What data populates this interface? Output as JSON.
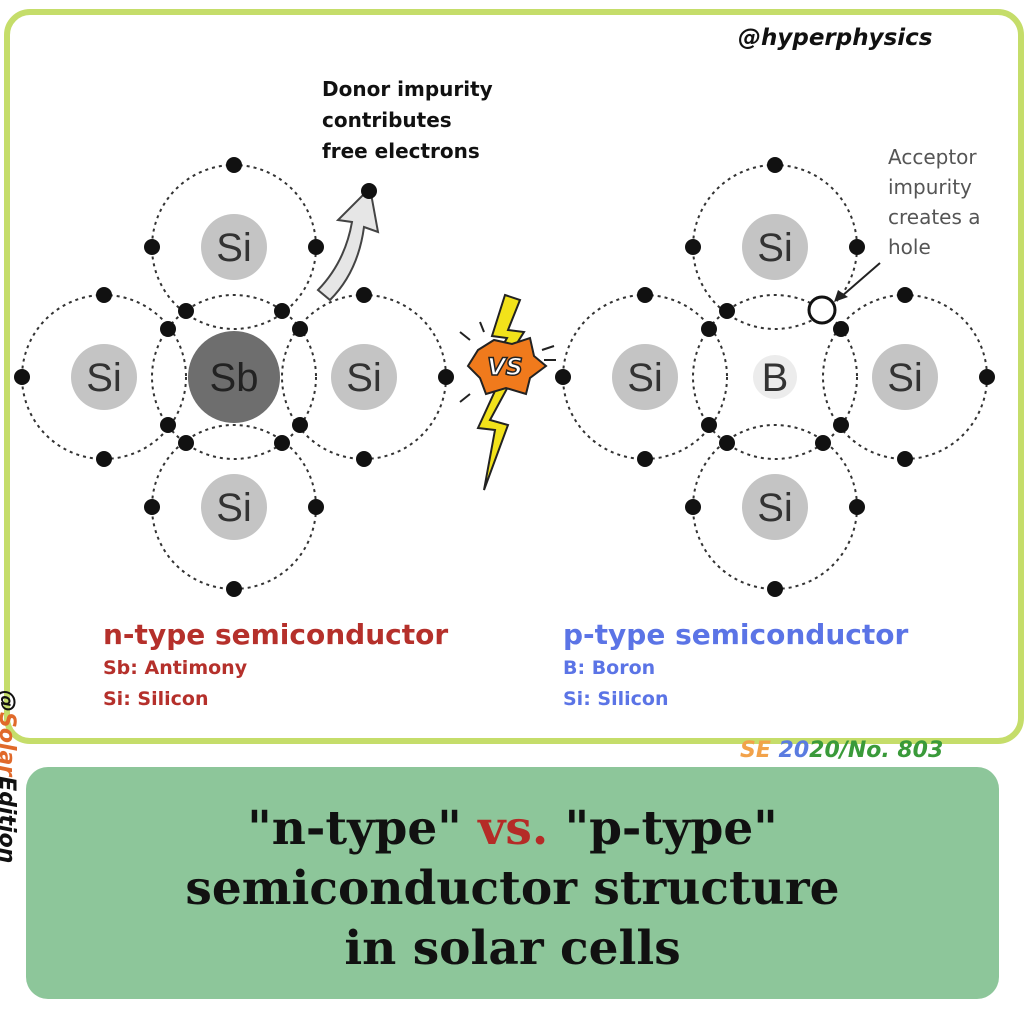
{
  "credits": {
    "top_right": "@hyperphysics",
    "side_prefix": "@",
    "side_accent": "Solar",
    "side_suffix": "Edition",
    "issue_se": "SE ",
    "issue_year_a": "20",
    "issue_rest": "20/No. 803"
  },
  "notes": {
    "donor": [
      "Donor impurity",
      "contributes",
      "free electrons"
    ],
    "acceptor": [
      "Acceptor",
      "impurity",
      "creates a",
      "hole"
    ]
  },
  "n_type": {
    "center_atom": "Sb",
    "neighbor_atom": "Si",
    "heading": "n-type semiconductor",
    "legend": [
      "Sb: Antimony",
      "Si: Silicon"
    ]
  },
  "p_type": {
    "center_atom": "B",
    "neighbor_atom": "Si",
    "heading": "p-type semiconductor",
    "legend": [
      "B: Boron",
      "Si: Silicon"
    ]
  },
  "vs_badge": "VS",
  "title": {
    "line1_a": "\"n-type\" ",
    "line1_vs": "vs.",
    "line1_b": " \"p-type\"",
    "line2": "semiconductor structure",
    "line3": "in solar cells"
  },
  "colors": {
    "frame": "#c5dd6a",
    "n_accent": "#b5302b",
    "p_accent": "#5b74e6",
    "title_bg": "#8dc69a",
    "si_fill": "#c4c4c4",
    "sb_fill": "#6e6e6e",
    "bolt": "#f2e21a"
  }
}
